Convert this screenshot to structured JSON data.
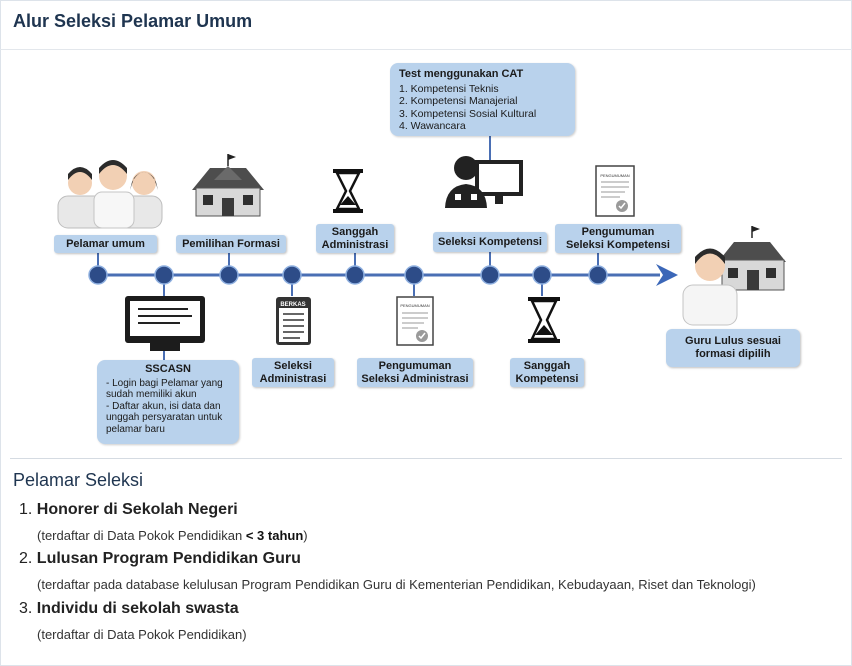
{
  "page": {
    "title": "Alur Seleksi Pelamar Umum"
  },
  "diagram": {
    "cat_callout": {
      "title": "Test menggunakan CAT",
      "items": [
        "1. Kompetensi Teknis",
        "2. Kompetensi Manajerial",
        "3. Kompetensi Sosial Kultural",
        "4. Wawancara"
      ]
    },
    "sscasn_callout": {
      "title": "SSCASN",
      "lines": [
        "- Login bagi Pelamar yang",
        "sudah memiliki akun",
        "- Daftar akun, isi data dan",
        "unggah persyaratan untuk",
        "pelamar baru"
      ]
    },
    "steps_top": {
      "pelamar_umum": "Pelamar umum",
      "pemilihan_formasi": "Pemilihan Formasi",
      "sanggah_administrasi": "Sanggah\nAdministrasi",
      "seleksi_kompetensi": "Seleksi Kompetensi",
      "pengumuman_seleksi_kompetensi": "Pengumuman\nSeleksi Kompetensi"
    },
    "steps_bottom": {
      "seleksi_administrasi": "Seleksi\nAdministrasi",
      "pengumuman_seleksi_administrasi": "Pengumuman\nSeleksi Administrasi",
      "sanggah_kompetensi": "Sanggah\nKompetensi"
    },
    "final": "Guru Lulus sesuai\nformasi dipilih",
    "icon_labels": {
      "berkas": "BERKAS",
      "pengumuman_1": "PENGUMUMAN",
      "pengumuman_2": "PENGUMUMAN"
    },
    "icons": [
      "people-group-icon",
      "school-building-icon",
      "hourglass-icon",
      "person-computer-icon",
      "document-stamp-icon",
      "monitor-icon",
      "clipboard-icon",
      "teacher-school-icon"
    ],
    "colors": {
      "timeline": "#4a6fb4",
      "node": "#2d4c88",
      "box": "#b9d2ec",
      "arrow": "#3b67b8"
    }
  },
  "pelamar_seleksi": {
    "title": "Pelamar Seleksi",
    "items": [
      {
        "num": "1.",
        "label": "Honorer di Sekolah Negeri",
        "desc": "(terdaftar di Data Pokok Pendidikan ",
        "desc_bold": "< 3 tahun",
        "desc_end": ")"
      },
      {
        "num": "2.",
        "label": "Lulusan Program Pendidikan Guru",
        "desc": "(terdaftar pada database kelulusan Program Pendidikan Guru di Kementerian Pendidikan, Kebudayaan, Riset dan Teknologi)"
      },
      {
        "num": "3.",
        "label": "Individu di sekolah swasta",
        "desc": "(terdaftar di Data Pokok Pendidikan)"
      }
    ]
  }
}
